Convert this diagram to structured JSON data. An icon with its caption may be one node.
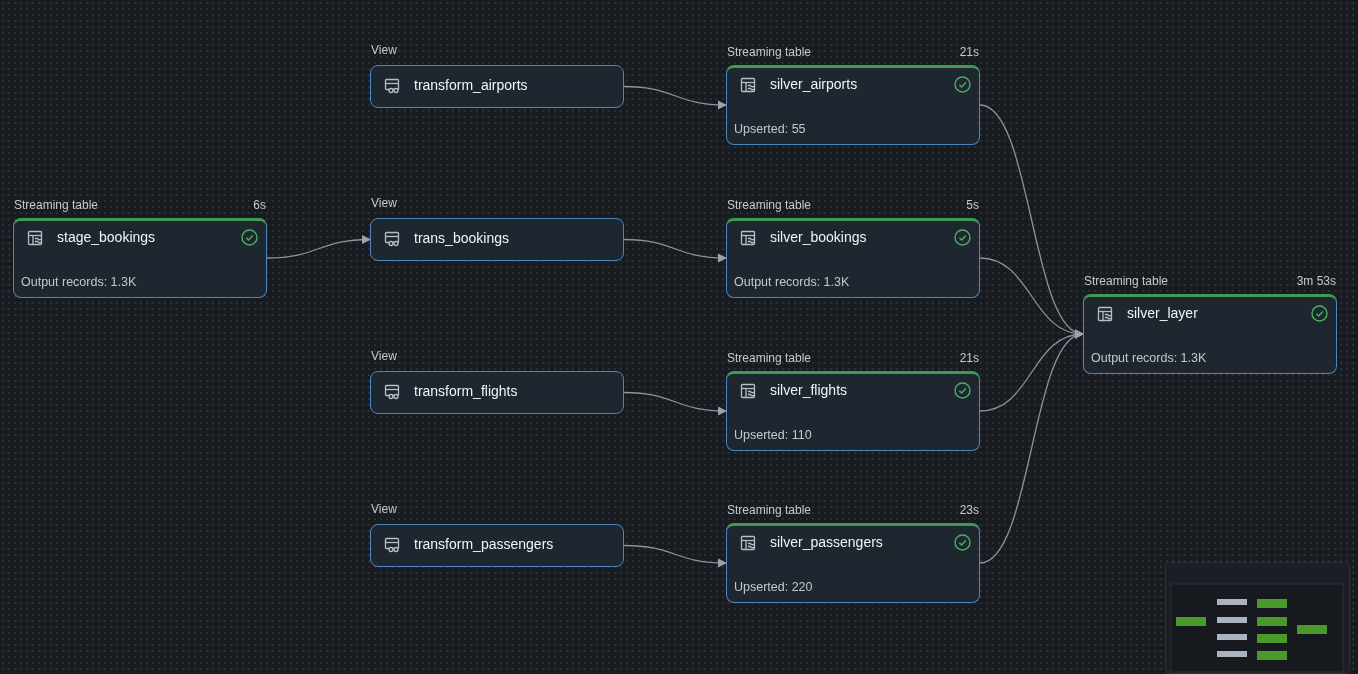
{
  "diagram": {
    "nodes": [
      {
        "text": [
          "Streaming table",
          "stage_bookings",
          "Output records: 1.3K"
        ],
        "beside": [
          "6s"
        ]
      },
      {
        "text": [
          "View",
          "transform_airports"
        ]
      },
      {
        "text": [
          "View",
          "trans_bookings"
        ]
      },
      {
        "text": [
          "View",
          "transform_flights"
        ]
      },
      {
        "text": [
          "View",
          "transform_passengers"
        ]
      },
      {
        "text": [
          "Streaming table",
          "silver_airports",
          "Upserted: 55"
        ],
        "beside": [
          "21s"
        ]
      },
      {
        "text": [
          "Streaming table",
          "silver_bookings",
          "Output records: 1.3K"
        ],
        "beside": [
          "5s"
        ]
      },
      {
        "text": [
          "Streaming table",
          "silver_flights",
          "Upserted: 110"
        ],
        "beside": [
          "21s"
        ]
      },
      {
        "text": [
          "Streaming table",
          "silver_passengers",
          "Upserted: 220"
        ],
        "beside": [
          "23s"
        ]
      },
      {
        "text": [
          "Streaming table",
          "silver_layer",
          "Output records: 1.3K"
        ],
        "beside": [
          "3m 53s"
        ]
      }
    ],
    "edges": [
      {
        "from": 0,
        "to": 2,
        "arrow": "to"
      },
      {
        "from": 1,
        "to": 5,
        "arrow": "to"
      },
      {
        "from": 2,
        "to": 6,
        "arrow": "to"
      },
      {
        "from": 3,
        "to": 7,
        "arrow": "to"
      },
      {
        "from": 4,
        "to": 8,
        "arrow": "to"
      },
      {
        "from": 5,
        "to": 9,
        "arrow": "to"
      },
      {
        "from": 6,
        "to": 9,
        "arrow": "to"
      },
      {
        "from": 7,
        "to": 9,
        "arrow": "to"
      },
      {
        "from": 8,
        "to": 9,
        "arrow": "to"
      }
    ]
  }
}
